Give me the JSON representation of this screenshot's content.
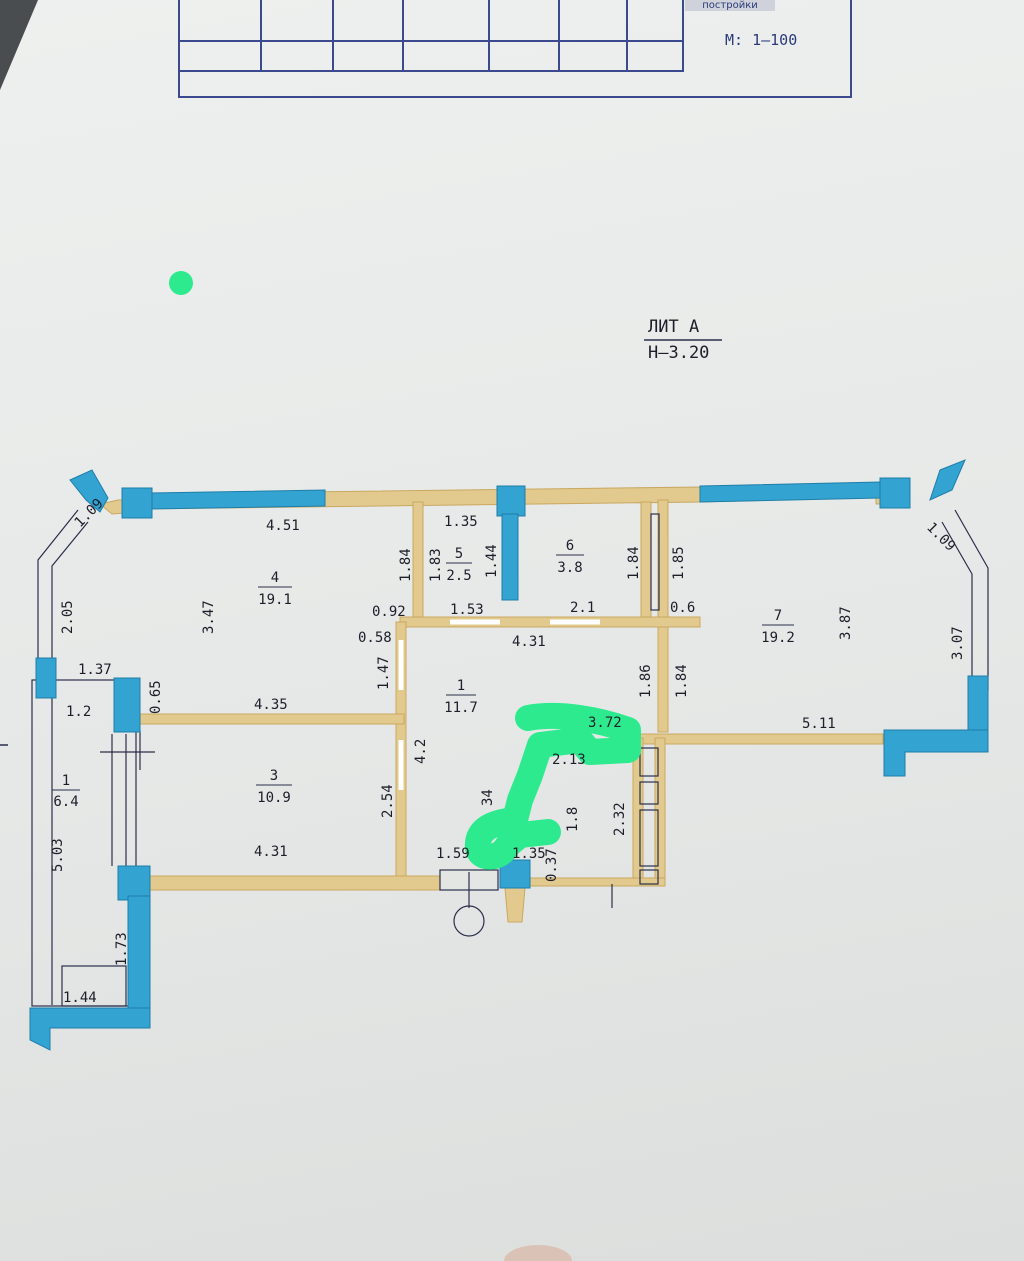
{
  "title_block": {
    "stamp": "постройки",
    "scale": "М: 1–100"
  },
  "header": {
    "liter": "ЛИТ А",
    "height": "Н–3.20"
  },
  "rooms": [
    {
      "number": "1",
      "area": "11.7"
    },
    {
      "number": "3",
      "area": "10.9"
    },
    {
      "number": "4",
      "area": "19.1"
    },
    {
      "number": "5",
      "area": "2.5"
    },
    {
      "number": "6",
      "area": "3.8"
    },
    {
      "number": "7",
      "area": "19.2"
    },
    {
      "number": "1",
      "area": "6.4"
    }
  ],
  "dimensions": {
    "r4_width": "4.51",
    "r4_depth": "3.47",
    "r4_inner": "4.35",
    "r4_wall_a": "1.84",
    "r4_step": "0.92",
    "r4_side": "0.58",
    "r5_width": "1.35",
    "r5_h": "1.83",
    "r5_h2": "1.44",
    "r5_bottom": "1.53",
    "r6_bottom": "2.1",
    "r6_h": "1.84",
    "r7_h": "1.85",
    "r7_step": "0.6",
    "r7_depth": "3.87",
    "r7_bottom": "5.11",
    "r7_bay_top": "1.09",
    "r7_bay_side": "3.07",
    "r7_inner": "1.84",
    "r1_top": "4.31",
    "r1_left": "1.47",
    "r1_right": "1.86",
    "r1_side": "4.2",
    "r1_corridor": "3.72",
    "r1_corridor2": "2.13",
    "r1_bath": "2.32",
    "r1_small": "1.8",
    "r1_k": "34",
    "r1_bottom": "1.59",
    "r1_door": "1.35",
    "r1_wall": "0.37",
    "r3_h": "2.54",
    "r3_width": "4.31",
    "bay_left_top": "1.09",
    "bay_left_side": "2.05",
    "balc_top": "1.37",
    "balc_w": "1.2",
    "balc_step": "0.65",
    "balc_len": "5.03",
    "balc_side": "1.73",
    "balc_bottom": "1.44"
  },
  "colors": {
    "wall": "#e2c98e",
    "wall_edge": "#c9a860",
    "column": "#33a3d2",
    "marker": "#2eea8e",
    "line": "#2a2f4a"
  }
}
